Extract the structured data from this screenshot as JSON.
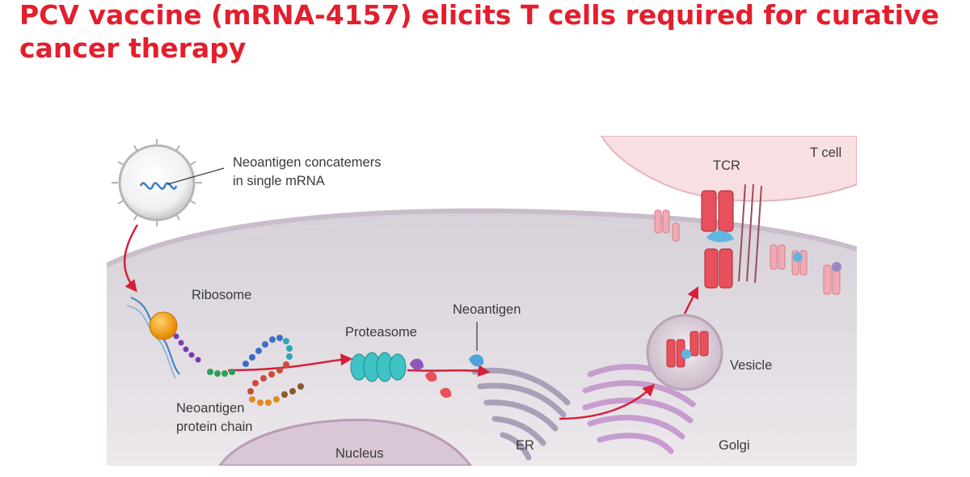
{
  "slide": {
    "title_line1": "PCV vaccine (mRNA-4157) elicits T cells required for curative",
    "title_line2": "cancer therapy",
    "title_color": "#e31e2d",
    "divider_color": "#3aa7dc"
  },
  "diagram": {
    "labels": {
      "neoantigen_concatemers_line1": "Neoantigen concatemers",
      "neoantigen_concatemers_line2": "in single mRNA",
      "ribosome": "Ribosome",
      "proteasome": "Proteasome",
      "neoantigen": "Neoantigen",
      "neoantigen_protein_chain_line1": "Neoantigen",
      "neoantigen_protein_chain_line2": "protein chain",
      "nucleus": "Nucleus",
      "er": "ER",
      "golgi": "Golgi",
      "vesicle": "Vesicle",
      "tcr": "TCR",
      "t_cell": "T cell"
    },
    "colors": {
      "arrow": "#d6203a",
      "mhc": "#e8505b",
      "cytoplasm": "#ebe7eb",
      "t_cell": "#f6dee2",
      "proteasome": "#3fc3c4",
      "ribosome": "#f5a11b",
      "golgi": "#c79ccf",
      "er": "#a99fb7"
    },
    "icons": [
      "lipid-nanoparticle-icon",
      "mrna-strand-icon",
      "ribosome-icon",
      "protein-chain-icon",
      "proteasome-icon",
      "peptide-fragment-icon",
      "mhc-molecule-icon",
      "tcr-icon",
      "vesicle-icon",
      "endoplasmic-reticulum-icon",
      "golgi-icon"
    ]
  }
}
